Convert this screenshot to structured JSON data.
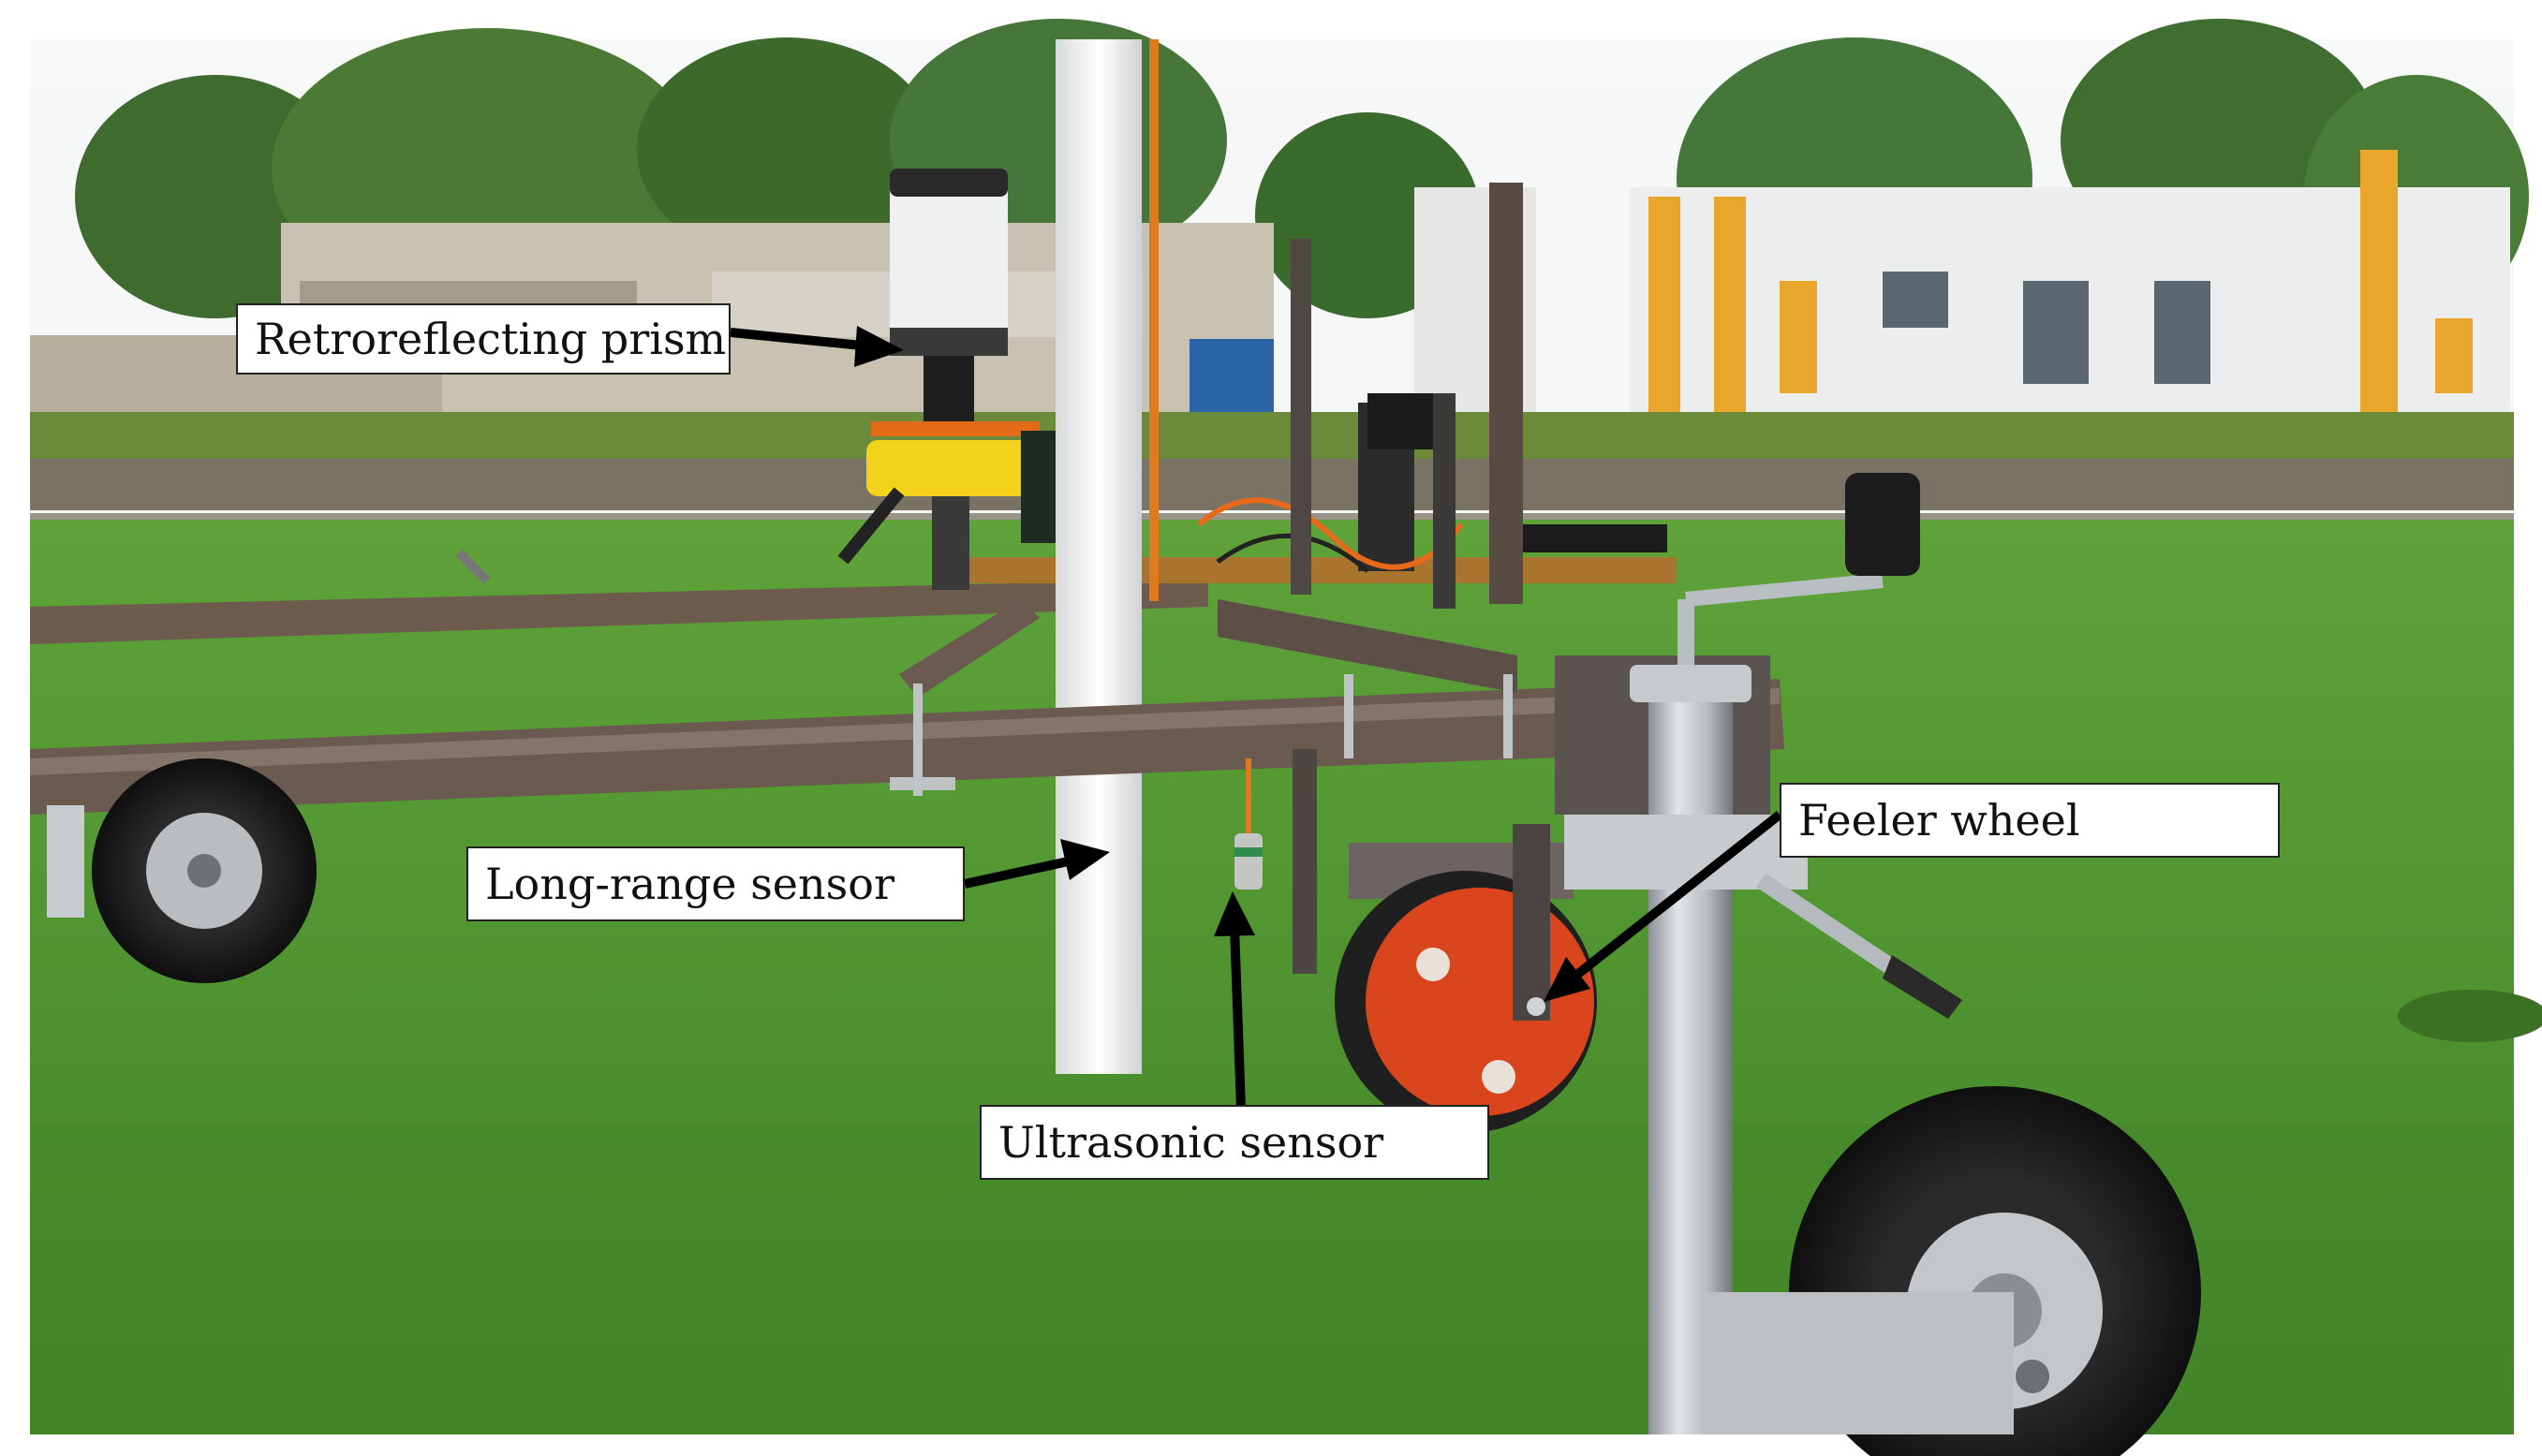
{
  "figure": {
    "description_kind": "annotated field photograph",
    "callouts": {
      "prism": "Retroreflecting prism",
      "long_range": "Long-range sensor",
      "ultrasonic": "Ultrasonic sensor",
      "feeler": "Feeler wheel"
    }
  }
}
